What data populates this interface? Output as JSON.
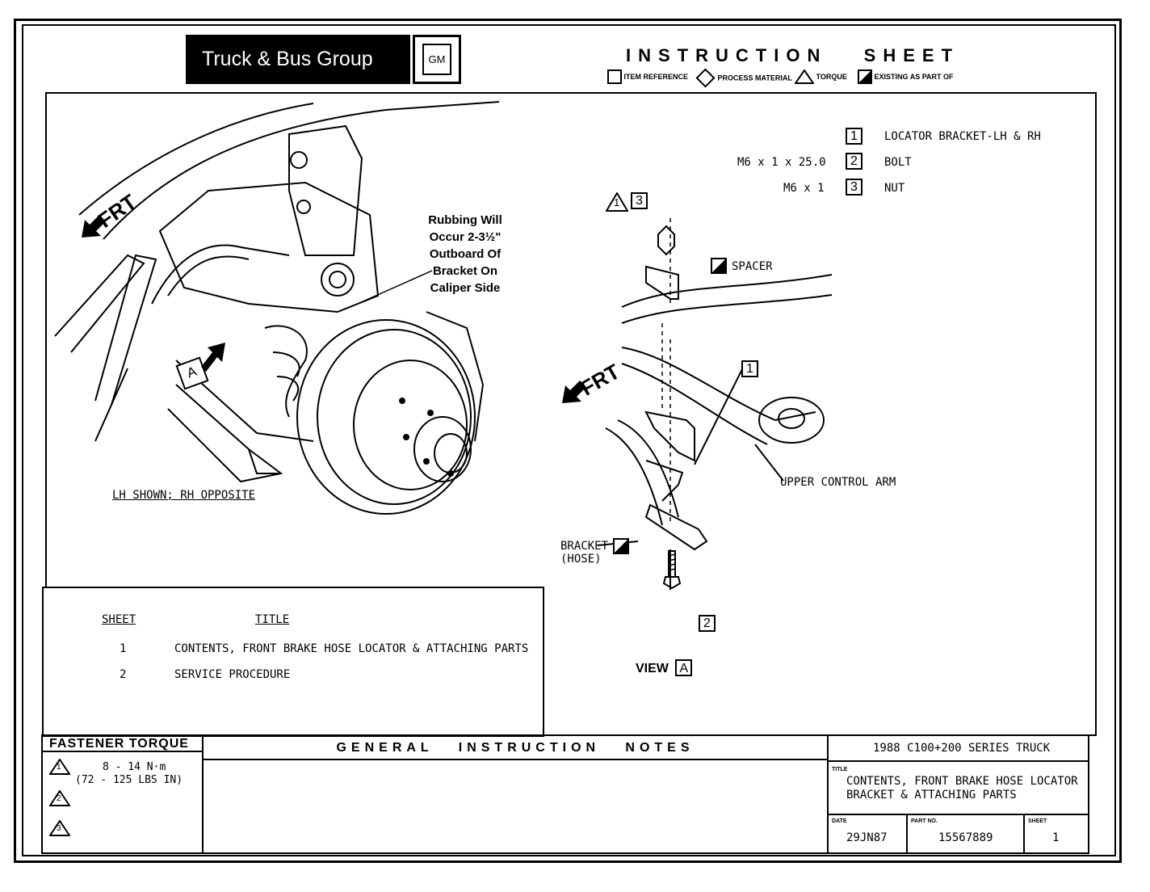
{
  "header": {
    "brand": "Truck & Bus Group",
    "logo": "GM",
    "doc_title": "INSTRUCTION   SHEET",
    "legend": [
      {
        "icon": "square-icon",
        "label": "ITEM REFERENCE"
      },
      {
        "icon": "diamond-icon",
        "label": "PROCESS MATERIAL"
      },
      {
        "icon": "triangle-icon",
        "label": "TORQUE"
      },
      {
        "icon": "half-filled-square-icon",
        "label": "EXISTING AS PART OF"
      }
    ]
  },
  "parts": [
    {
      "spec": "",
      "num": "1",
      "name": "LOCATOR BRACKET-LH & RH"
    },
    {
      "spec": "M6 x 1 x 25.0",
      "num": "2",
      "name": "BOLT"
    },
    {
      "spec": "M6 x 1",
      "num": "3",
      "name": "NUT"
    }
  ],
  "left_drawing": {
    "frt": "FRT",
    "view_marker": "A",
    "callout": "Rubbing Will Occur 2-3½\" Outboard Of Bracket On Caliper Side",
    "caption": "LH SHOWN; RH OPPOSITE"
  },
  "right_drawing": {
    "frt": "FRT",
    "torque_ref": "1",
    "nut_ref": "3",
    "bracket_ref": "1",
    "bolt_ref": "2",
    "spacer": "SPACER",
    "upper_arm": "UPPER CONTROL ARM",
    "bracket_hose_1": "BRACKET",
    "bracket_hose_2": "(HOSE)",
    "view_label": "VIEW",
    "view_letter": "A"
  },
  "sheets": {
    "col_sheet": "SHEET",
    "col_title": "TITLE",
    "rows": [
      {
        "sheet": "1",
        "title": "CONTENTS, FRONT BRAKE HOSE LOCATOR & ATTACHING PARTS"
      },
      {
        "sheet": "2",
        "title": "SERVICE PROCEDURE"
      }
    ]
  },
  "footer": {
    "fastener_torque": "FASTENER TORQUE",
    "torque_1": "8 - 14 N·m",
    "torque_1b": "(72 - 125 LBS IN)",
    "torque_labels": [
      "1",
      "2",
      "3"
    ],
    "notes_title": "GENERAL   INSTRUCTION   NOTES",
    "series": "1988 C100+200 SERIES TRUCK",
    "title_label": "TITLE",
    "title_1": "CONTENTS, FRONT BRAKE HOSE LOCATOR",
    "title_2": "BRACKET & ATTACHING PARTS",
    "date_label": "DATE",
    "date": "29JN87",
    "part_label": "PART NO.",
    "part_no": "15567889",
    "sheet_label": "SHEET",
    "sheet_no": "1"
  }
}
